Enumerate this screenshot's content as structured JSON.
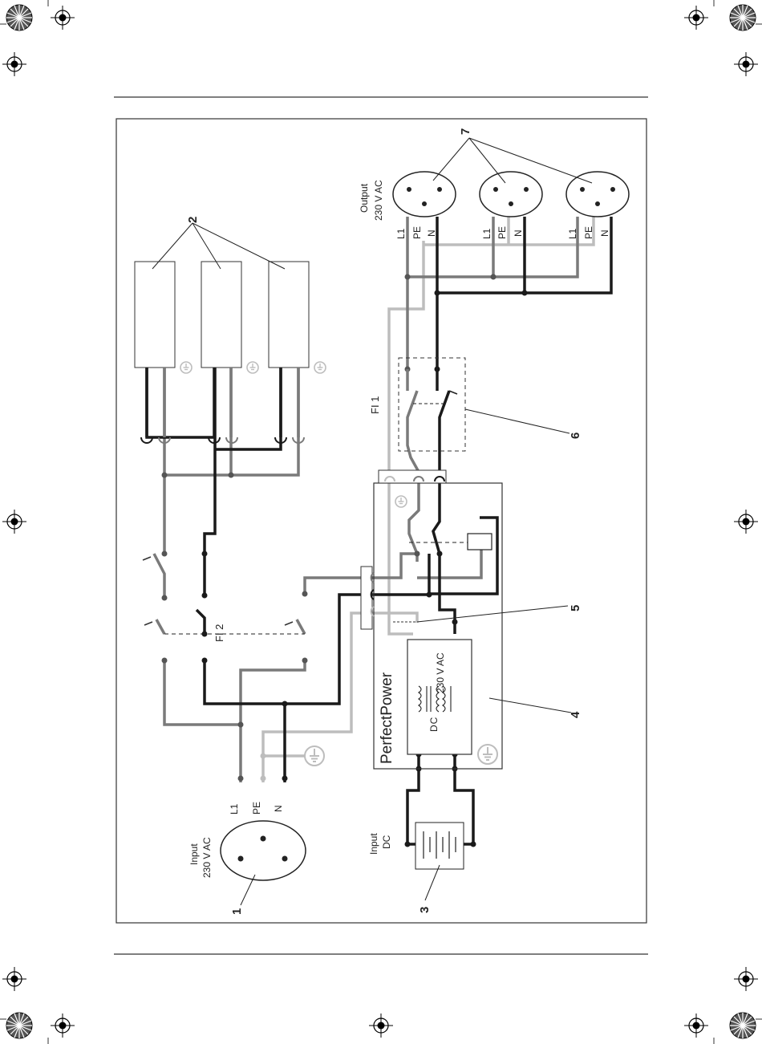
{
  "labels": {
    "input_ac": "Input",
    "input_ac_voltage": "230 V AC",
    "input_dc": "Input",
    "input_dc_type": "DC",
    "output": "Output",
    "output_voltage": "230 V AC",
    "l1": "L1",
    "pe": "PE",
    "n": "N",
    "fi1": "FI 1",
    "fi2": "FI 2",
    "brand": "PerfectPower",
    "inverter_dc": "DC",
    "inverter_ac": "230 V AC"
  },
  "callouts": {
    "c1": "1",
    "c2": "2",
    "c3": "3",
    "c4": "4",
    "c5": "5",
    "c6": "6",
    "c7": "7"
  },
  "colors": {
    "l1_wire": "#7a7a7a",
    "pe_wire": "#bdbdbd",
    "n_wire": "#1a1a1a",
    "frame": "#333333"
  }
}
